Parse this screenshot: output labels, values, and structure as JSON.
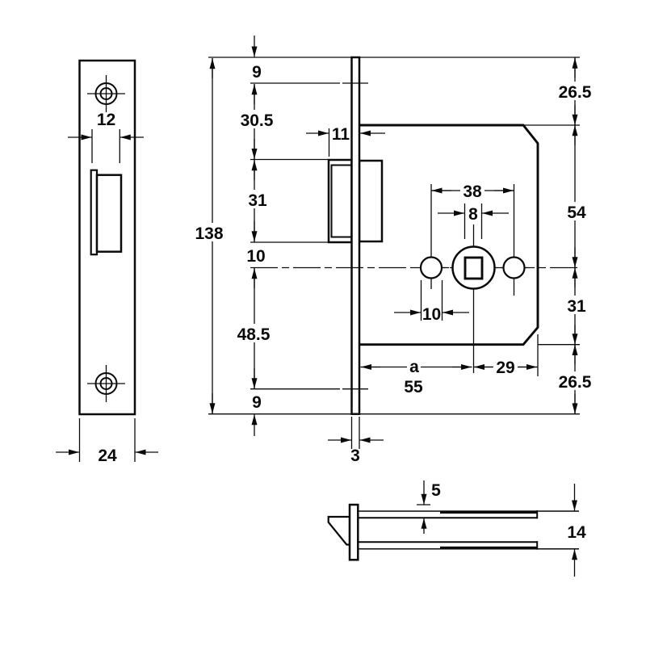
{
  "page": {
    "background": "#ffffff",
    "ink": "#0a0a0a"
  },
  "faceplate_view": {
    "screw_pitch": "12",
    "plate_width": "24"
  },
  "side_view": {
    "top_margin": "9",
    "top_to_bolt": "30.5",
    "bolt_height": "31",
    "bolt_to_centre": "10",
    "centre_to_bottom": "48.5",
    "bottom_margin": "9",
    "plate_length": "138",
    "bolt_projection": "11",
    "hole_span": "38",
    "spindle_square": "8",
    "hole_diameter": "10",
    "backset_symbol": "a",
    "backset_value": "55",
    "centre_to_case_edge": "29",
    "case_top_offset": "26.5",
    "case_top_to_centre": "54",
    "centre_to_case_bottom": "31",
    "case_bottom_offset": "26.5",
    "faceplate_thickness": "3"
  },
  "plan_view": {
    "edge_offset": "5",
    "case_thickness": "14"
  }
}
